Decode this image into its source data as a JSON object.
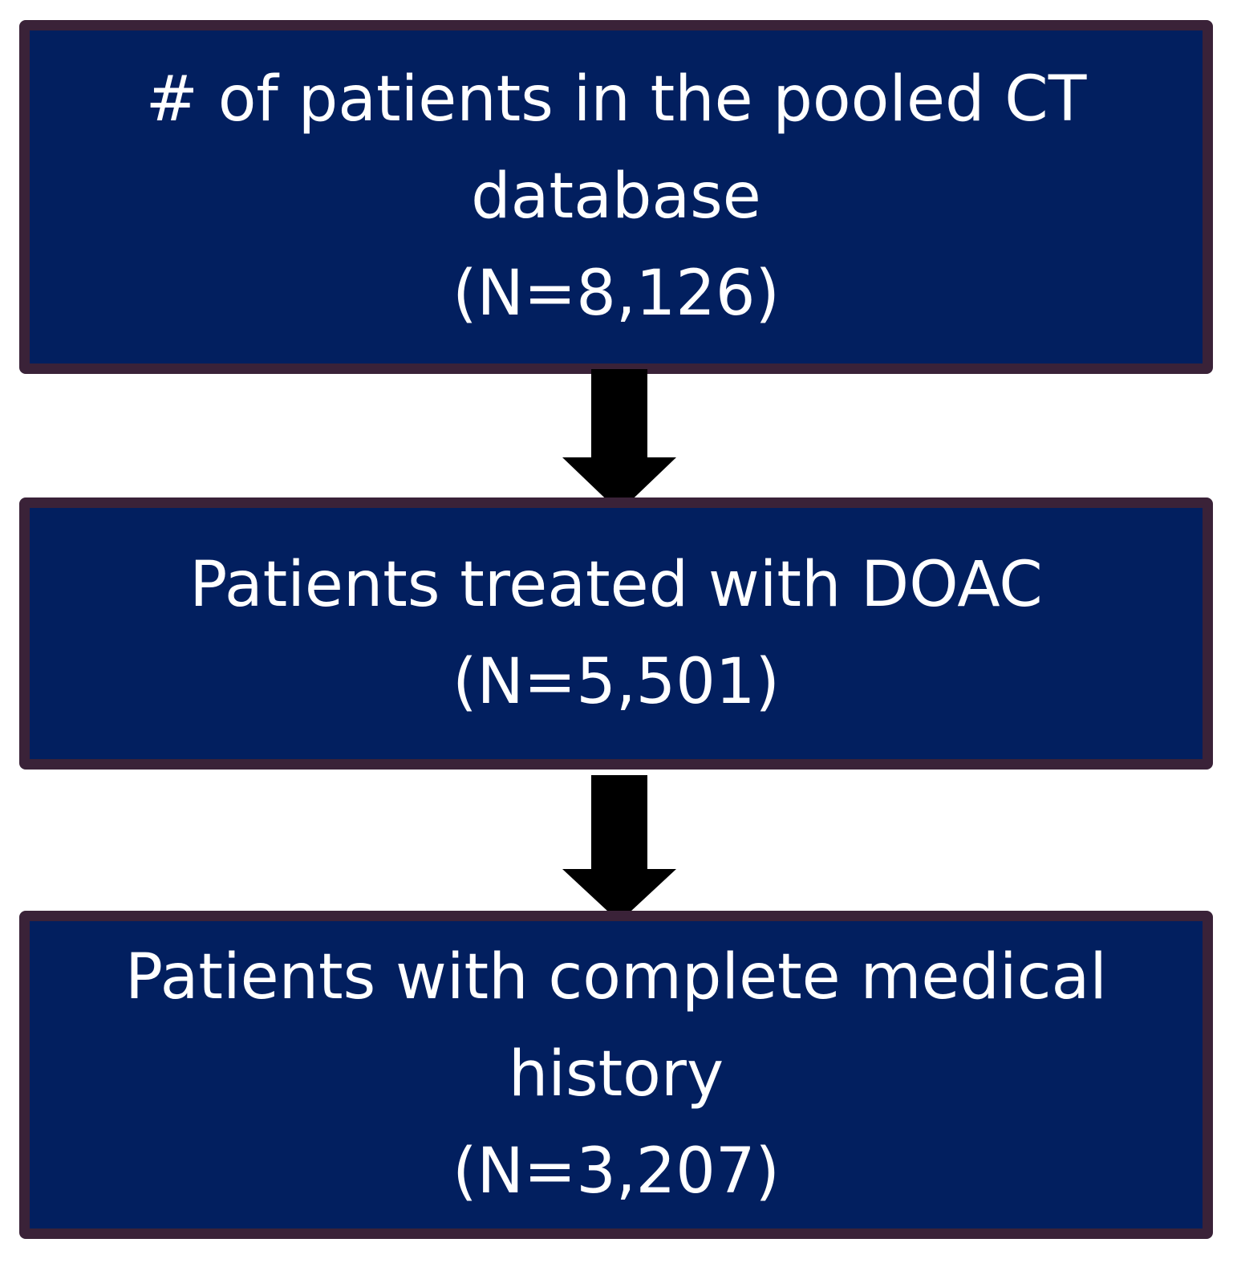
{
  "steps": [
    {
      "lines": [
        "# of patients in the pooled CT",
        "database",
        "(N=8,126)"
      ]
    },
    {
      "lines": [
        "Patients treated with DOAC",
        "(N=5,501)"
      ]
    },
    {
      "lines": [
        "Patients with complete medical",
        "history",
        "(N=3,207)"
      ]
    }
  ],
  "colors": {
    "box_fill": "#021f5f",
    "box_border": "#3a2238",
    "text": "#ffffff",
    "arrow": "#000000"
  }
}
